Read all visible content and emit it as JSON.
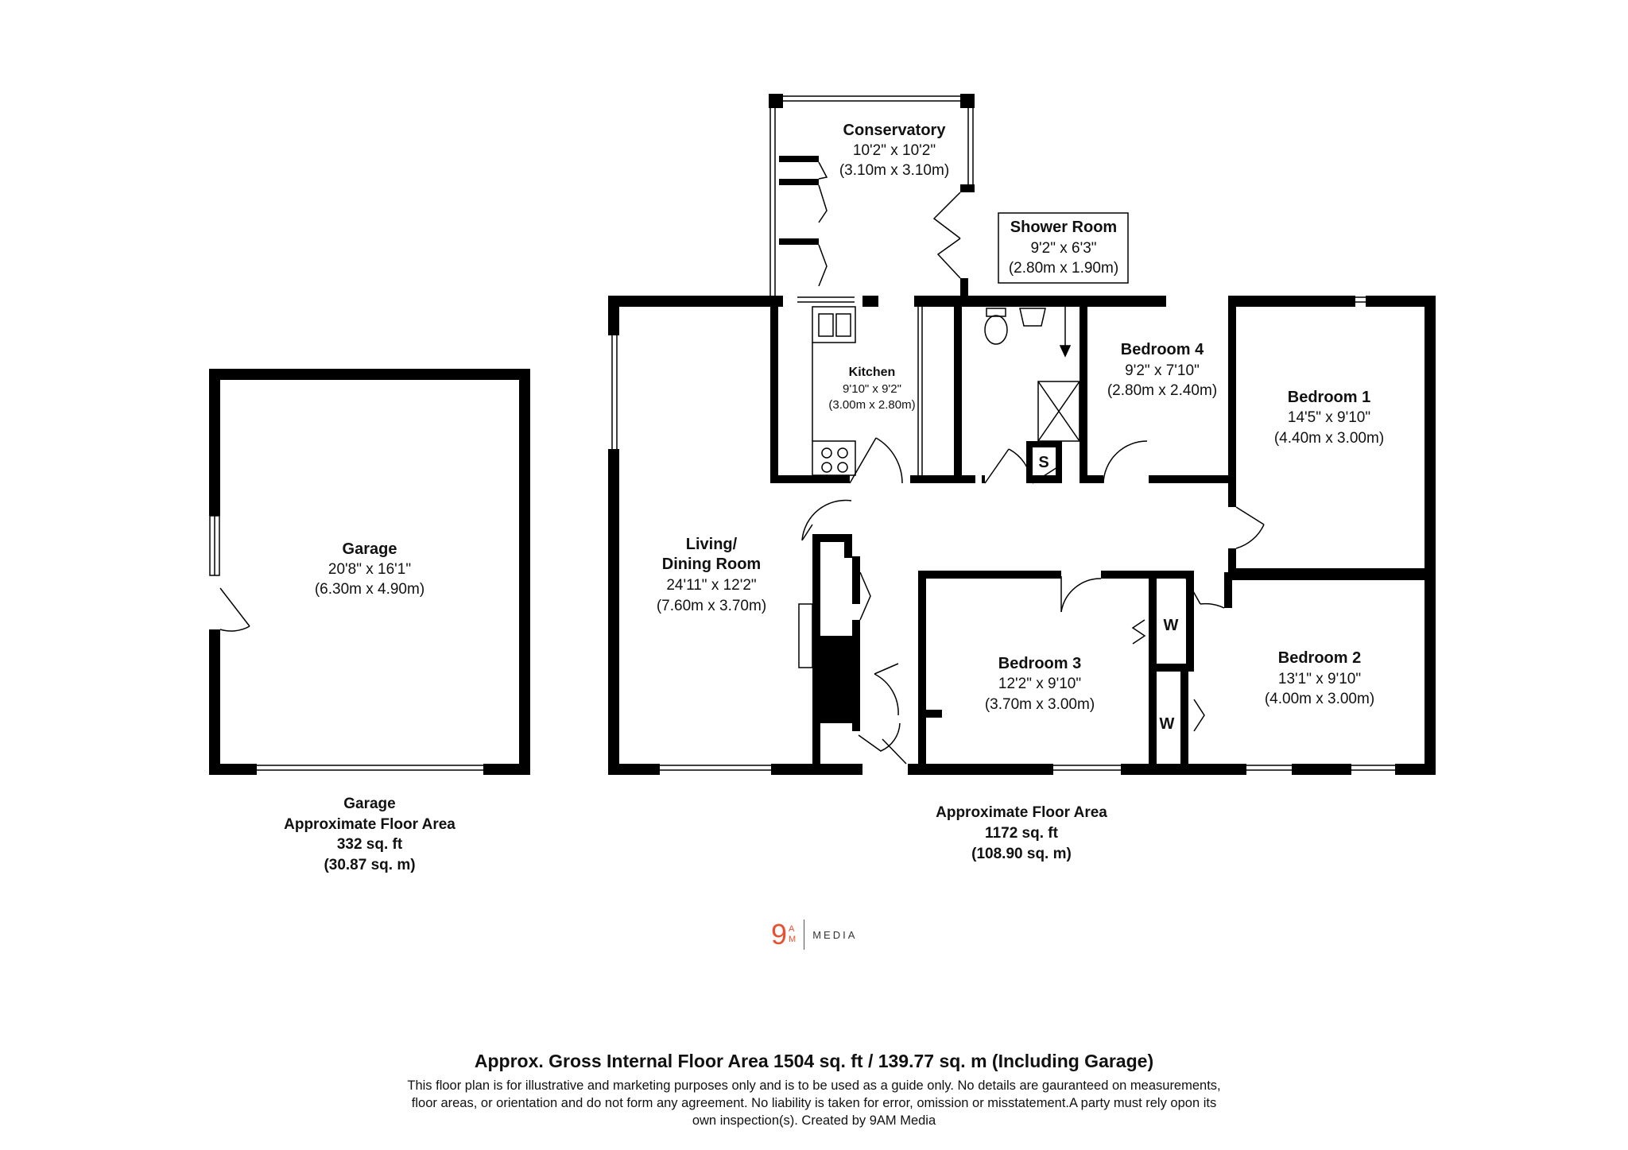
{
  "rooms": [
    {
      "id": "garage",
      "name": "Garage",
      "imperial": "20'8\" x 16'1\"",
      "metric": "(6.30m x 4.90m)"
    },
    {
      "id": "conservatory",
      "name": "Conservatory",
      "imperial": "10'2\" x 10'2\"",
      "metric": "(3.10m x 3.10m)"
    },
    {
      "id": "shower",
      "name": "Shower Room",
      "imperial": "9'2\" x 6'3\"",
      "metric": "(2.80m x 1.90m)"
    },
    {
      "id": "kitchen",
      "name": "Kitchen",
      "imperial": "9'10\" x 9'2\"",
      "metric": "(3.00m x 2.80m)"
    },
    {
      "id": "bedroom4",
      "name": "Bedroom 4",
      "imperial": "9'2\" x 7'10\"",
      "metric": "(2.80m x 2.40m)"
    },
    {
      "id": "bedroom1",
      "name": "Bedroom 1",
      "imperial": "14'5\" x 9'10\"",
      "metric": "(4.40m x 3.00m)"
    },
    {
      "id": "living",
      "name_line1": "Living/",
      "name_line2": "Dining Room",
      "imperial": "24'11\" x 12'2\"",
      "metric": "(7.60m x 3.70m)"
    },
    {
      "id": "bedroom3",
      "name": "Bedroom 3",
      "imperial": "12'2\" x 9'10\"",
      "metric": "(3.70m x 3.00m)"
    },
    {
      "id": "bedroom2",
      "name": "Bedroom 2",
      "imperial": "13'1\" x 9'10\"",
      "metric": "(4.00m x 3.00m)"
    }
  ],
  "markers": {
    "storage": "S",
    "wardrobe": "W"
  },
  "garage_area": {
    "line1": "Garage",
    "line2": "Approximate Floor Area",
    "line3": "332 sq. ft",
    "line4": "(30.87 sq. m)"
  },
  "main_area": {
    "line1": "Approximate Floor Area",
    "line2": "1172 sq. ft",
    "line3": "(108.90 sq. m)"
  },
  "logo": {
    "nine": "9",
    "a": "A",
    "m": "M",
    "media": "MEDIA"
  },
  "footer": {
    "title": "Approx. Gross Internal Floor Area 1504 sq. ft / 139.77 sq. m (Including Garage)",
    "note": "This floor plan is for illustrative and marketing purposes only and is to be used as a guide only. No details are gauranteed on measurements, floor areas, or orientation and do not form any agreement. No liability is taken for error, omission or misstatement.A party must rely opon its own inspection(s). Created by 9AM Media"
  },
  "colors": {
    "wall": "#000000",
    "logo_accent": "#e8502f"
  }
}
